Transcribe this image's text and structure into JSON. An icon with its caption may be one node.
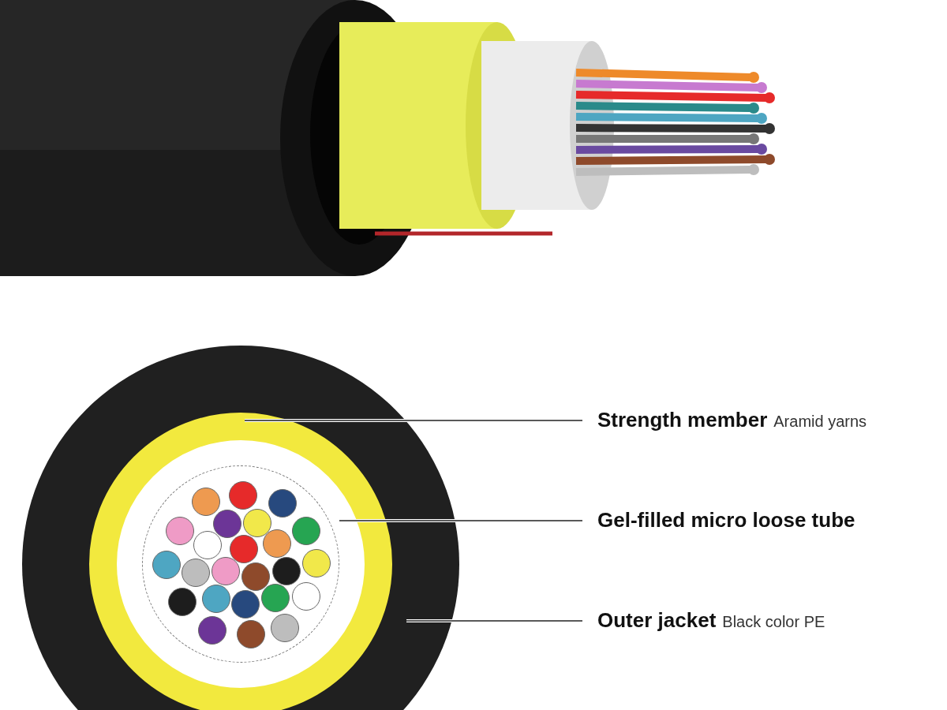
{
  "diagram": {
    "nodes": [
      {
        "text": [],
        "shape": "circle"
      },
      {
        "text": [],
        "shape": "circle",
        "in": 0
      },
      {
        "text": [],
        "shape": "circle",
        "in": 1
      },
      {
        "text": [
          "Strength member",
          "Aramid yarns"
        ]
      },
      {
        "text": [
          "Gel-filled micro loose tube"
        ]
      },
      {
        "text": [
          "Outer jacket",
          "Black color PE"
        ]
      }
    ],
    "edges": [
      {
        "from": 3,
        "to": 1,
        "arrow": "none"
      },
      {
        "from": 4,
        "to": 2,
        "arrow": "none"
      },
      {
        "from": 5,
        "to": 0,
        "arrow": "none"
      }
    ]
  }
}
